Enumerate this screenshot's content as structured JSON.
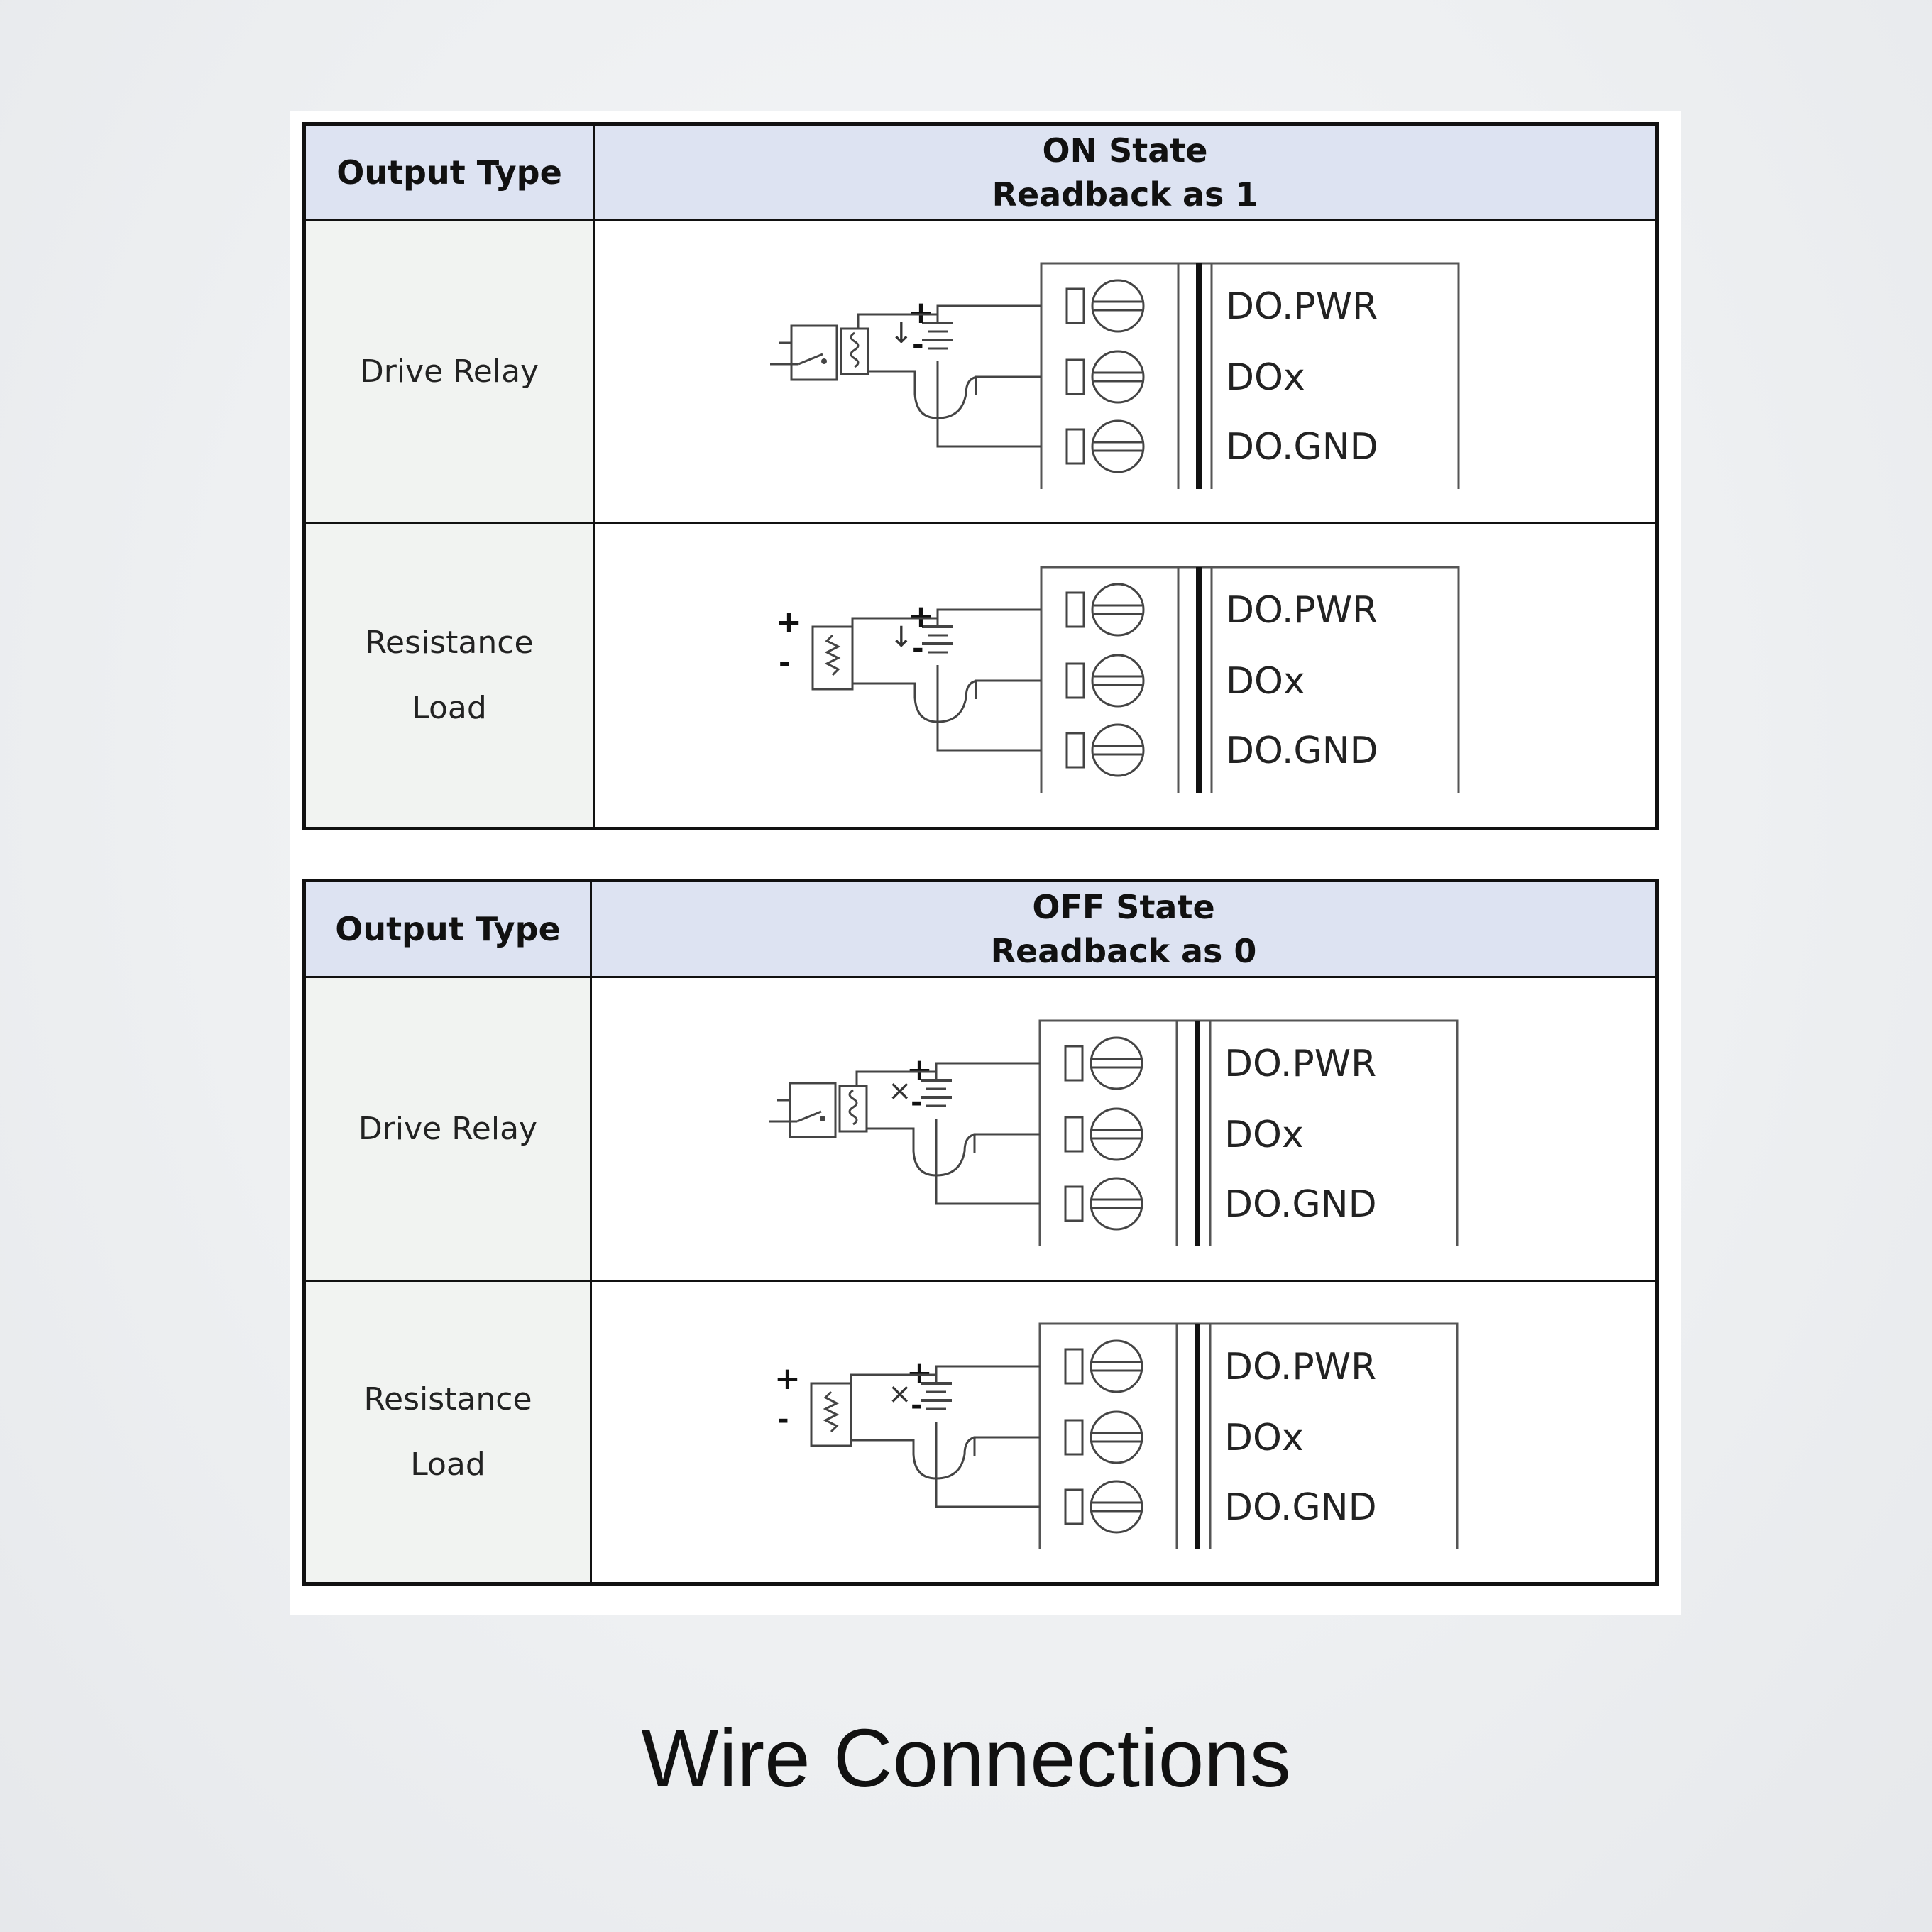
{
  "tables": [
    {
      "header": {
        "output_type": "Output Type",
        "state_line1": "ON State",
        "state_line2": "Readback as 1"
      },
      "rows": [
        {
          "label_line1": "Drive Relay",
          "label_line2": "",
          "diagram": "relay",
          "status_symbol": "↓"
        },
        {
          "label_line1": "Resistance",
          "label_line2": "Load",
          "diagram": "resistor",
          "status_symbol": "↓"
        }
      ]
    },
    {
      "header": {
        "output_type": "Output Type",
        "state_line1": "OFF State",
        "state_line2": "Readback as 0"
      },
      "rows": [
        {
          "label_line1": "Drive Relay",
          "label_line2": "",
          "diagram": "relay",
          "status_symbol": "×"
        },
        {
          "label_line1": "Resistance",
          "label_line2": "Load",
          "diagram": "resistor",
          "status_symbol": "×"
        }
      ]
    }
  ],
  "terminals": [
    "DO.PWR",
    "DOx",
    "DO.GND"
  ],
  "polarity": {
    "plus": "+",
    "minus": "-"
  },
  "caption": "Wire Connections"
}
